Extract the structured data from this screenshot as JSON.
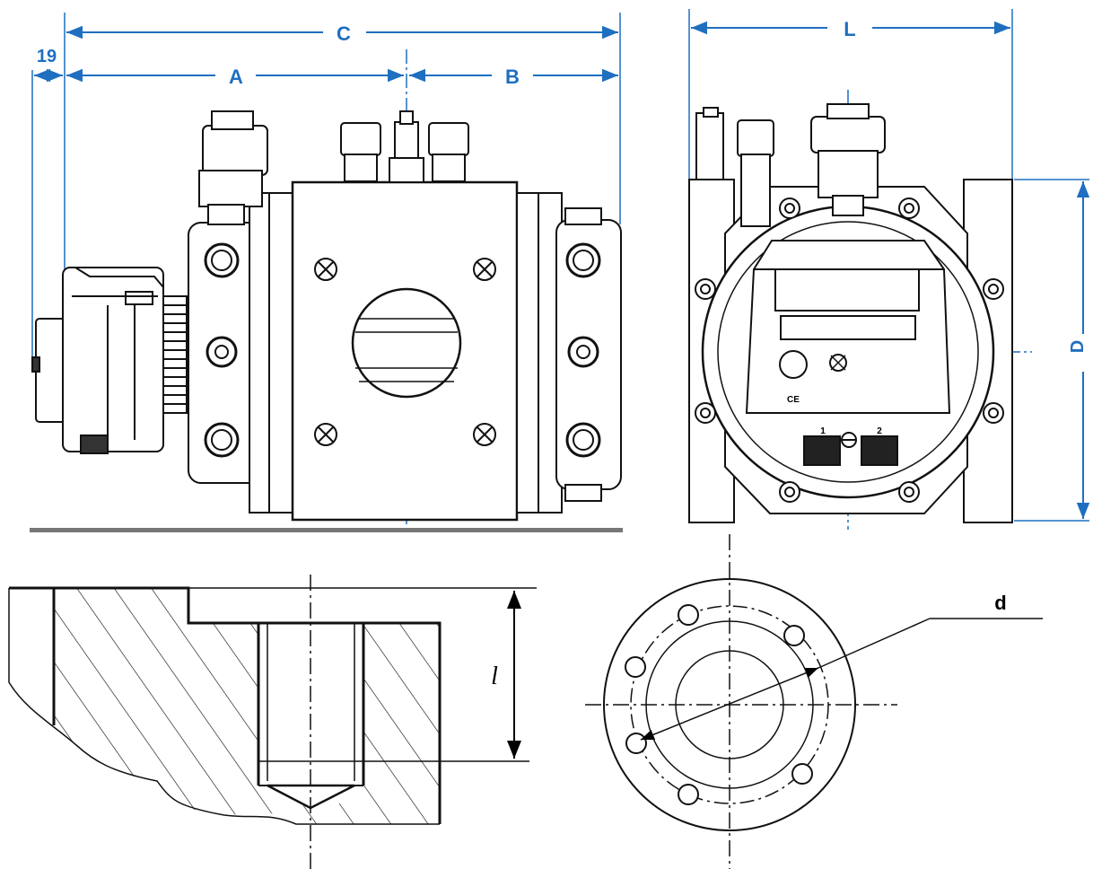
{
  "labels": {
    "dim_19": "19",
    "dim_c": "C",
    "dim_a": "A",
    "dim_b": "B",
    "dim_l": "L",
    "dim_d_vertical": "D",
    "depth_l": "l",
    "diameter_d": "d",
    "ce_mark": "CE",
    "terminal_1": "1",
    "terminal_2": "2"
  },
  "colors": {
    "dimension_line": "#1f6fc0",
    "outline": "#111111"
  }
}
